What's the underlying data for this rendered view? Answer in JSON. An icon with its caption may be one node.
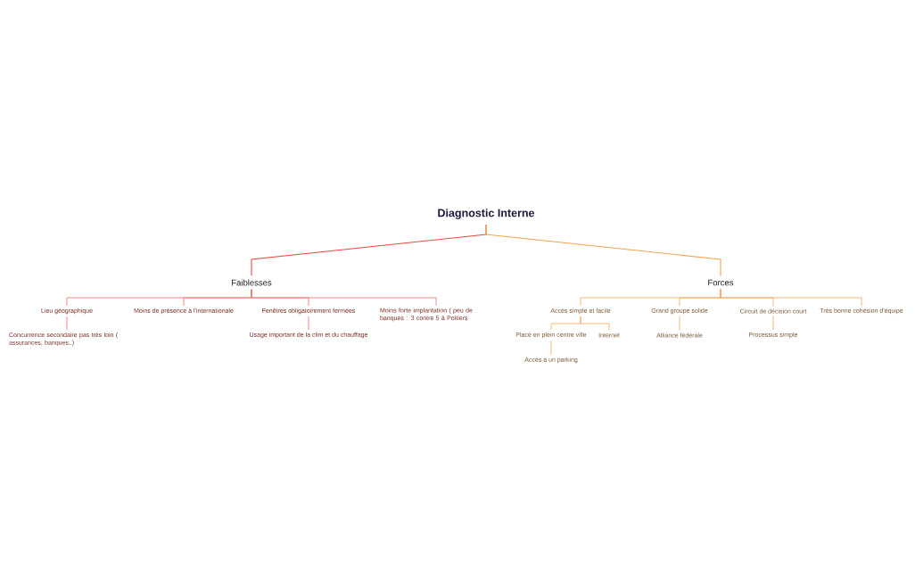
{
  "diagram": {
    "nodes": [
      {
        "text": [
          "Diagnostic Interne"
        ]
      },
      {
        "text": [
          "Faiblesses"
        ]
      },
      {
        "text": [
          "Lieu géographique"
        ]
      },
      {
        "text": [
          "Concurrence secondaire pas très loin ( assurances, banques..)"
        ]
      },
      {
        "text": [
          "Moins de présence à l'internationale"
        ]
      },
      {
        "text": [
          "Fenêtres obligatoirement fermées"
        ]
      },
      {
        "text": [
          "Usage important de la clim et du chauffage"
        ]
      },
      {
        "text": [
          "Moins forte implantation ( peu de banques : 3 contre 5 à Poitiers"
        ]
      },
      {
        "text": [
          "Forces"
        ]
      },
      {
        "text": [
          "Accès simple et facile"
        ]
      },
      {
        "text": [
          "Placé en plein centre ville"
        ]
      },
      {
        "text": [
          "Accès à un parking"
        ]
      },
      {
        "text": [
          "Internet"
        ]
      },
      {
        "text": [
          "Grand groupe solide"
        ]
      },
      {
        "text": [
          "Alliance fédérale"
        ]
      },
      {
        "text": [
          "Circuit de décision court"
        ]
      },
      {
        "text": [
          "Processus simple"
        ]
      },
      {
        "text": [
          "Très bonne cohésion d'équipe"
        ]
      }
    ],
    "edges": [
      {
        "from": 0,
        "to": 1,
        "arrow": "none",
        "color": "#ee4a3f"
      },
      {
        "from": 1,
        "to": 2,
        "arrow": "none",
        "color": "#f26d68"
      },
      {
        "from": 2,
        "to": 3,
        "arrow": "none",
        "color": "#f26d68"
      },
      {
        "from": 1,
        "to": 4,
        "arrow": "none",
        "color": "#f26d68"
      },
      {
        "from": 1,
        "to": 5,
        "arrow": "none",
        "color": "#f26d68"
      },
      {
        "from": 5,
        "to": 6,
        "arrow": "none",
        "color": "#f26d68"
      },
      {
        "from": 1,
        "to": 7,
        "arrow": "none",
        "color": "#f26d68"
      },
      {
        "from": 0,
        "to": 8,
        "arrow": "none"
      },
      {
        "from": 8,
        "to": 9,
        "arrow": "none"
      },
      {
        "from": 9,
        "to": 10,
        "arrow": "none"
      },
      {
        "from": 10,
        "to": 11,
        "arrow": "none"
      },
      {
        "from": 9,
        "to": 12,
        "arrow": "none"
      },
      {
        "from": 8,
        "to": 13,
        "arrow": "none"
      },
      {
        "from": 13,
        "to": 14,
        "arrow": "none"
      },
      {
        "from": 8,
        "to": 15,
        "arrow": "none"
      },
      {
        "from": 15,
        "to": 16,
        "arrow": "none"
      },
      {
        "from": 8,
        "to": 17,
        "arrow": "none"
      }
    ]
  }
}
